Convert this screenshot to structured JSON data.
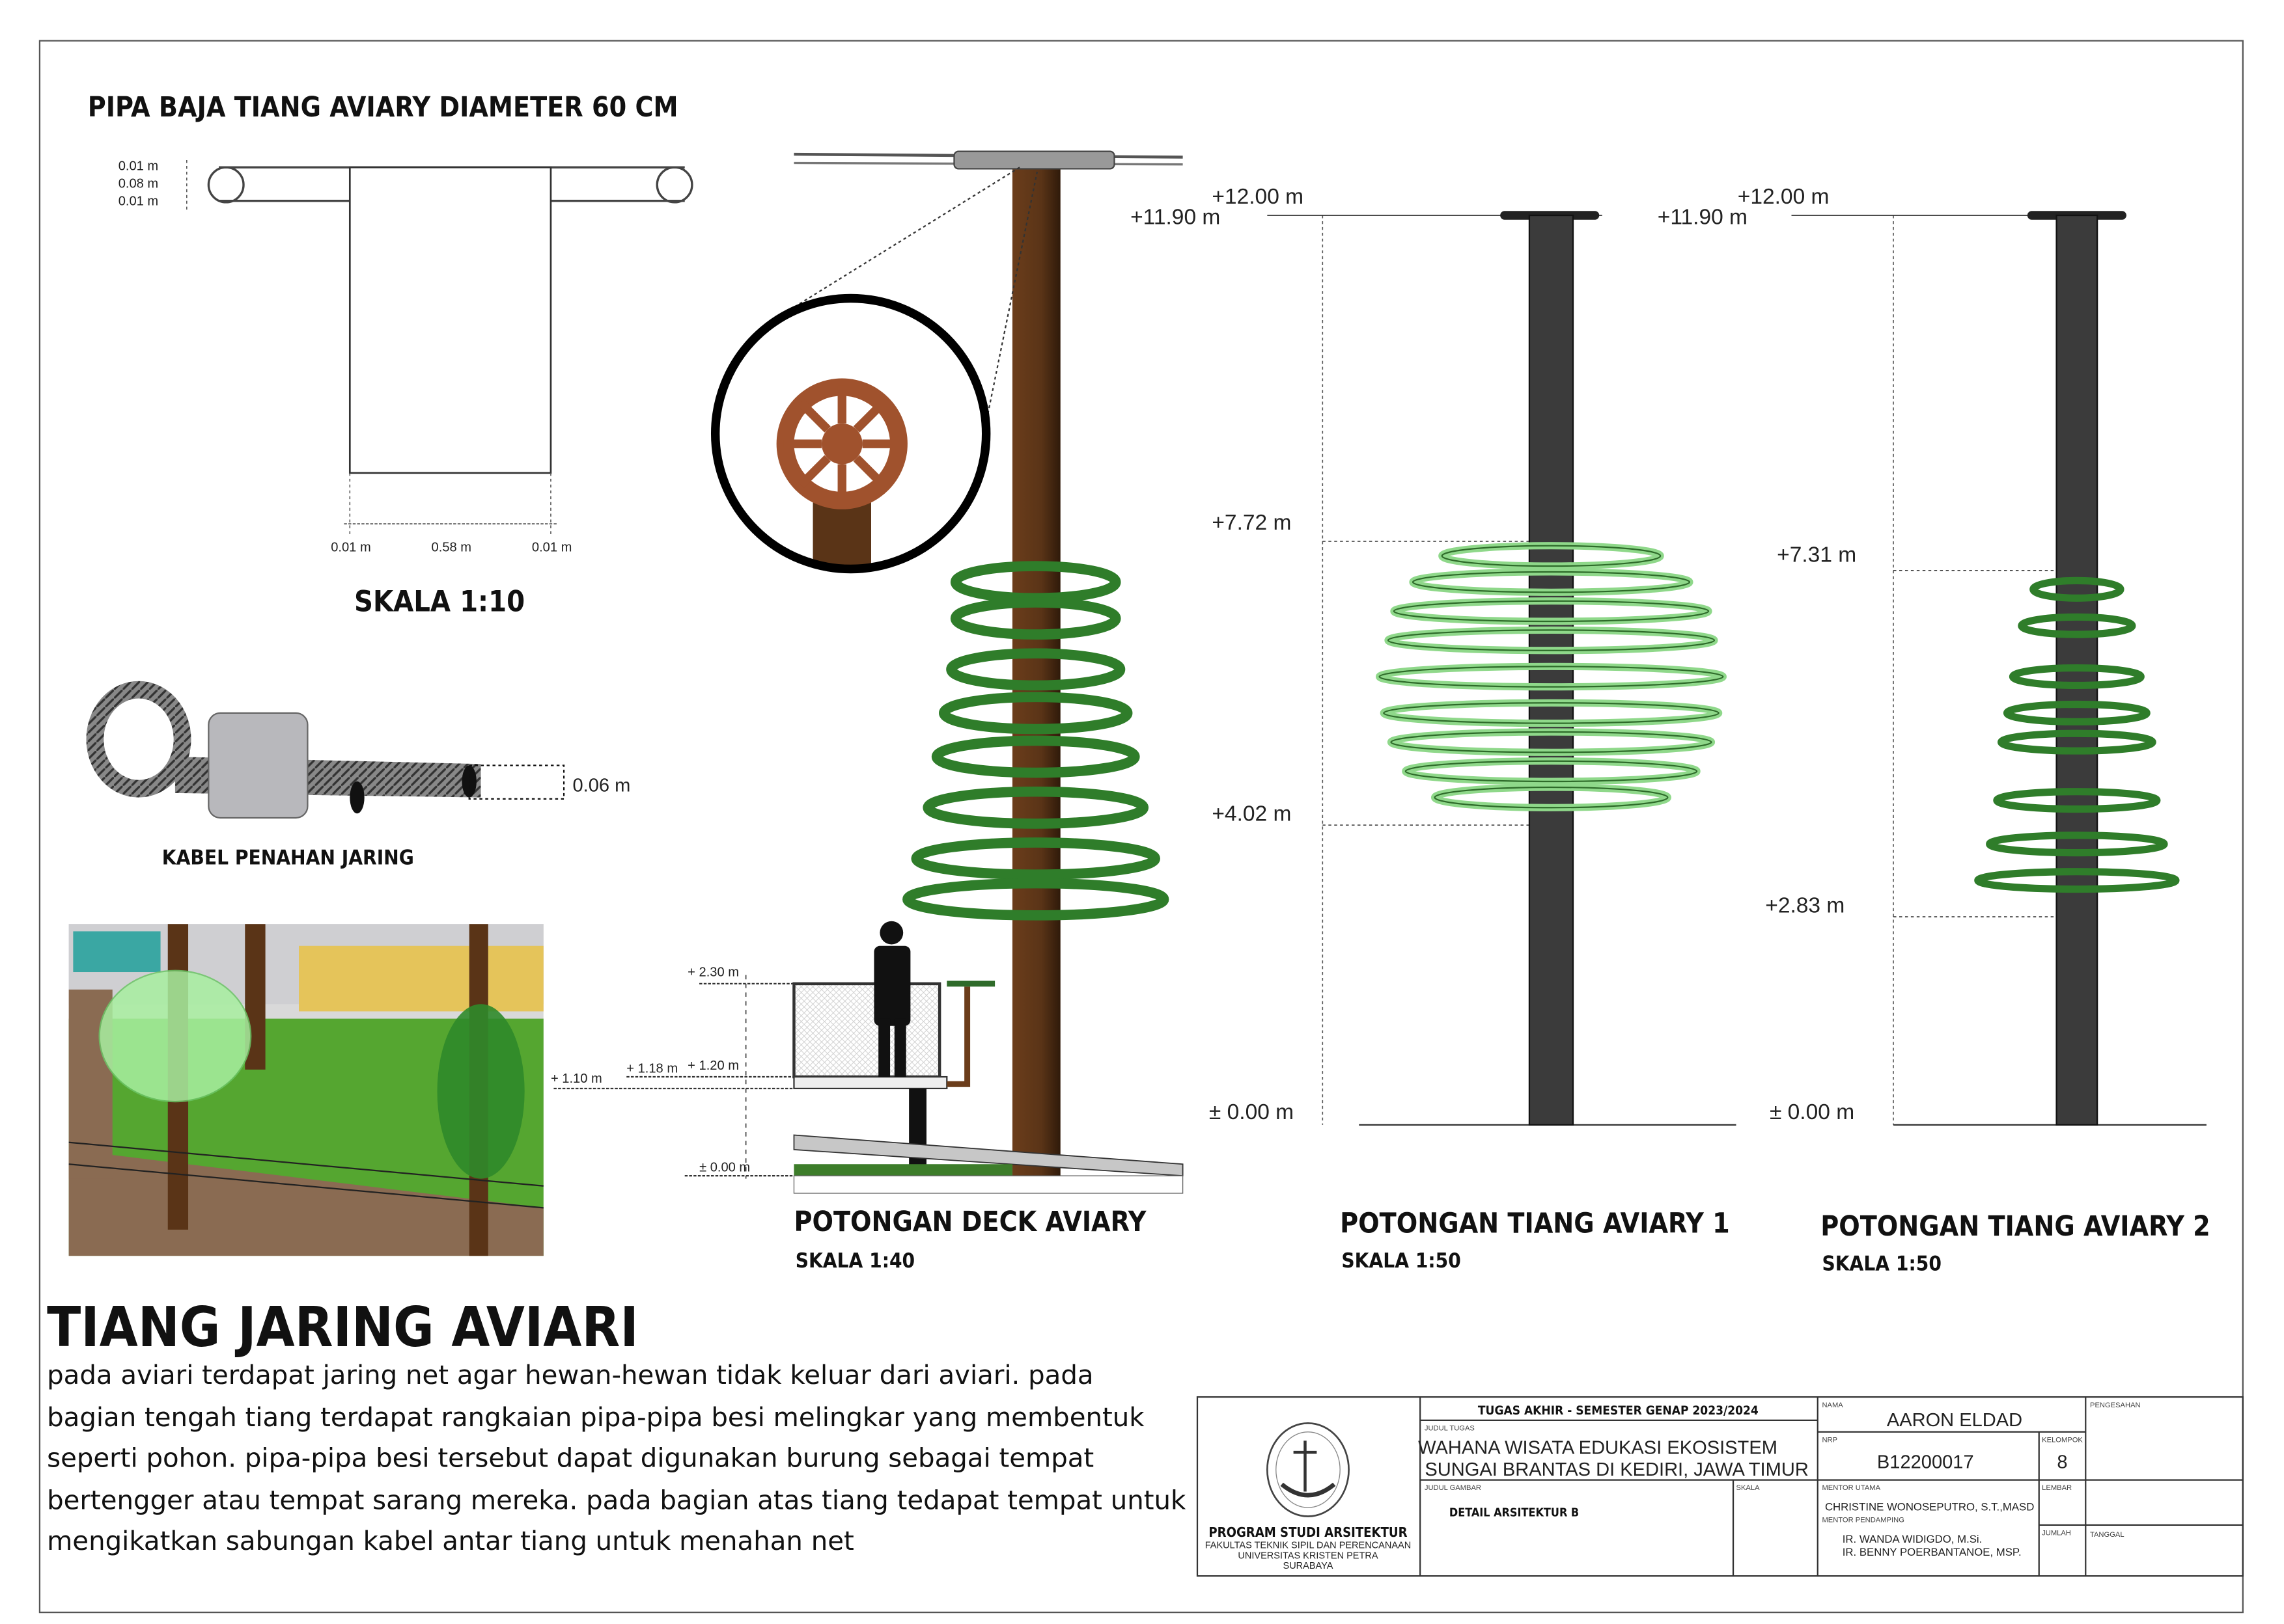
{
  "pipe_detail": {
    "title": "PIPA BAJA TIANG AVIARY DIAMETER 60 CM",
    "dims_left": [
      "0.01 m",
      "0.08 m",
      "0.01 m"
    ],
    "dims_bottom": [
      "0.01 m",
      "0.58 m",
      "0.01 m"
    ],
    "scale": "SKALA 1:10"
  },
  "cable_detail": {
    "dim": "0.06 m",
    "label": "KABEL PENAHAN JARING"
  },
  "deck_section": {
    "levels": [
      "+ 2.30 m",
      "+ 1.18 m",
      "+ 1.20 m",
      "+ 1.10 m",
      "± 0.00 m"
    ],
    "title": "POTONGAN DECK AVIARY",
    "scale": "SKALA 1:40"
  },
  "pole_section_1": {
    "levels": [
      "+12.00 m",
      "+11.90 m",
      "+7.72 m",
      "+4.02 m",
      "± 0.00 m"
    ],
    "title": "POTONGAN TIANG AVIARY 1",
    "scale": "SKALA 1:50"
  },
  "pole_section_2": {
    "levels": [
      "+12.00 m",
      "+11.90 m",
      "+7.31 m",
      "+2.83 m",
      "± 0.00 m"
    ],
    "title": "POTONGAN TIANG AVIARY 2",
    "scale": "SKALA 1:50"
  },
  "description": {
    "heading": "TIANG JARING  AVIARI",
    "lines": [
      "pada aviari terdapat  jaring net agar hewan-hewan tidak keluar dari aviari. pada",
      "bagian tengah tiang terdapat rangkaian pipa-pipa besi melingkar yang membentuk",
      "seperti pohon. pipa-pipa besi tersebut dapat digunakan burung sebagai tempat",
      "bertengger atau tempat sarang mereka. pada bagian atas tiang tedapat tempat untuk",
      "mengikatkan sabungan kabel antar tiang untuk menahan net"
    ]
  },
  "title_block": {
    "program": "PROGRAM STUDI ARSITEKTUR",
    "faculty": "FAKULTAS TEKNIK SIPIL DAN PERENCANAAN",
    "university": "UNIVERSITAS KRISTEN PETRA",
    "city": "SURABAYA",
    "semester": "TUGAS AKHIR - SEMESTER GENAP 2023/2024",
    "judul_tugas_label": "JUDUL TUGAS",
    "judul_tugas_lines": [
      "WAHANA WISATA EDUKASI EKOSISTEM",
      "SUNGAI BRANTAS DI KEDIRI, JAWA TIMUR"
    ],
    "judul_gambar_label": "JUDUL GAMBAR",
    "judul_gambar": "DETAIL ARSITEKTUR B",
    "skala_label": "SKALA",
    "nama_label": "NAMA",
    "nama": "AARON ELDAD",
    "nrp_label": "NRP",
    "nrp": "B12200017",
    "kelompok_label": "KELOMPOK",
    "kelompok": "8",
    "mentor_utama_label": "MENTOR UTAMA",
    "mentor_utama": "CHRISTINE WONOSEPUTRO, S.T.,MASD",
    "mentor_pendamping_label": "MENTOR PENDAMPING",
    "mentor_pendamping": [
      "IR. WANDA WIDIGDO, M.Si.",
      "IR. BENNY POERBANTANOE, MSP."
    ],
    "lembar_label": "LEMBAR",
    "jumlah_label": "JUMLAH",
    "pengesahan_label": "PENGESAHAN",
    "tanggal_label": "TANGGAL",
    "logo_text": "UNIVERSITAS KRISTEN PETRA"
  },
  "colors": {
    "pole_brown": "#5a3417",
    "ring_green": "#2f7d2a",
    "ring_light_green": "#8fd88a",
    "pole_grey": "#3b3b3b",
    "lawn": "#4f9a2c"
  }
}
